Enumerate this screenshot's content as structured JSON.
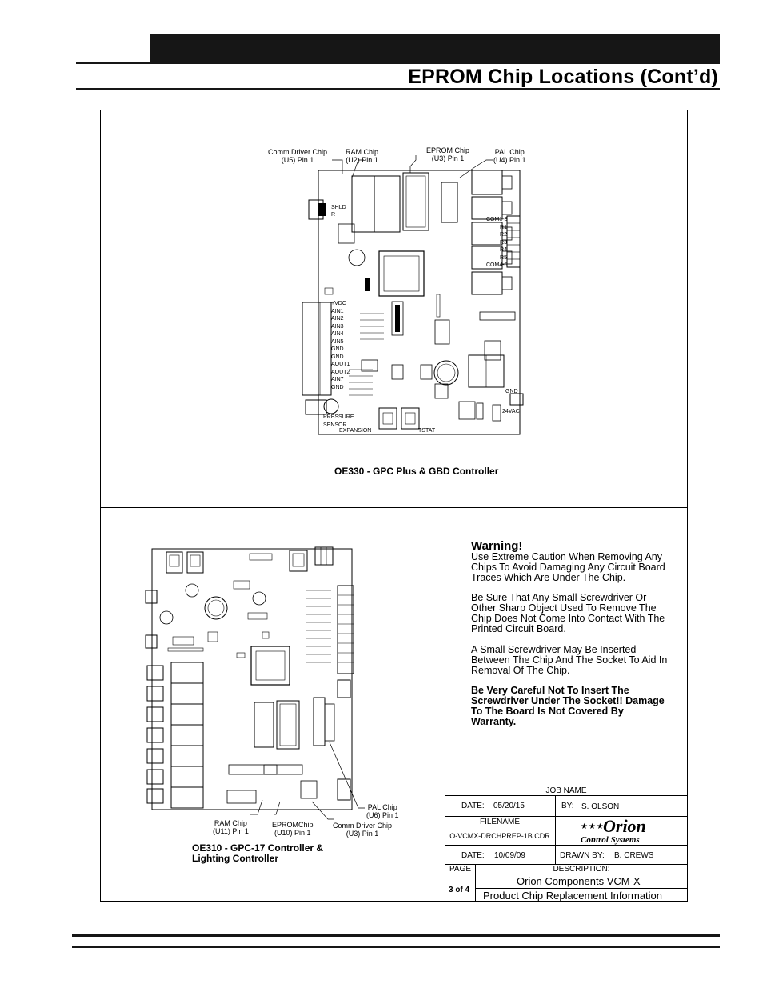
{
  "page": {
    "title": "EPROM Chip Locations (Cont’d)"
  },
  "top_diagram": {
    "caption": "OE330 - GPC Plus & GBD Controller",
    "callouts": {
      "comm_driver": [
        "Comm Driver Chip",
        "(U5) Pin 1"
      ],
      "ram": [
        "RAM Chip",
        "(U2) Pin 1"
      ],
      "eprom": [
        "EPROM Chip",
        "(U3) Pin 1"
      ],
      "pal": [
        "PAL Chip",
        "(U4) Pin 1"
      ]
    },
    "board_labels": {
      "terminals_left": [
        "+VDC",
        "AIN1",
        "AIN2",
        "AIN3",
        "AIN4",
        "AIN5",
        "GND",
        "GND",
        "AOUT1",
        "AOUT2",
        "AIN7",
        "GND"
      ],
      "comm_left": [
        "SHLD",
        "R"
      ],
      "relays_right": [
        "COM1-3",
        "R1",
        "R2",
        "R3",
        "R4",
        "R5",
        "COM4-5"
      ],
      "pressure_sensor": [
        "PRESSURE",
        "SENSOR"
      ],
      "expansion": "EXPANSION",
      "tstat": "TSTAT",
      "gnd": "GND",
      "vac": "24VAC"
    }
  },
  "bottom_diagram": {
    "caption": [
      "OE310 - GPC-17 Controller &",
      "Lighting Controller"
    ],
    "callouts": {
      "ram": [
        "RAM Chip",
        "(U11) Pin 1"
      ],
      "eprom": [
        "EPROMChip",
        "(U10) Pin 1"
      ],
      "comm_driver": [
        "Comm Driver Chip",
        "(U3) Pin 1"
      ],
      "pal": [
        "PAL Chip",
        "(U6) Pin 1"
      ]
    }
  },
  "warning": {
    "title": "Warning!",
    "p1": [
      "Use Extreme Caution When Removing Any",
      "Chips To Avoid Damaging Any Circuit Board",
      "Traces Which Are Under The Chip."
    ],
    "p2": [
      "Be Sure That Any Small Screwdriver Or",
      "Other Sharp Object Used To Remove The",
      "Chip Does Not Come Into Contact With The",
      "Printed Circuit Board."
    ],
    "p3": [
      "A Small Screwdriver May Be Inserted",
      "Between The Chip And The Socket To Aid In",
      "Removal Of The Chip."
    ],
    "p4": [
      "Be Very Careful Not To Insert The",
      "Screwdriver Under The Socket!! Damage",
      "To The Board Is Not Covered By",
      "Warranty."
    ]
  },
  "title_block": {
    "job_name_label": "JOB NAME",
    "date_label": "DATE:",
    "date_value": "05/20/15",
    "by_label": "BY:",
    "by_value": "S. OLSON",
    "filename_label": "FILENAME",
    "filename_value": "O-VCMX-DRCHPREP-1B.CDR",
    "date2_label": "DATE:",
    "date2_value": "10/09/09",
    "drawn_by_label": "DRAWN BY:",
    "drawn_by_value": "B. CREWS",
    "page_label": "PAGE",
    "page_value": "3 of 4",
    "description_label": "DESCRIPTION:",
    "description_line1": "Orion Components VCM-X",
    "description_line2": "Product Chip Replacement Information",
    "logo_name": "Orion",
    "logo_sub": "Control Systems",
    "logo_stars": "★★★"
  }
}
